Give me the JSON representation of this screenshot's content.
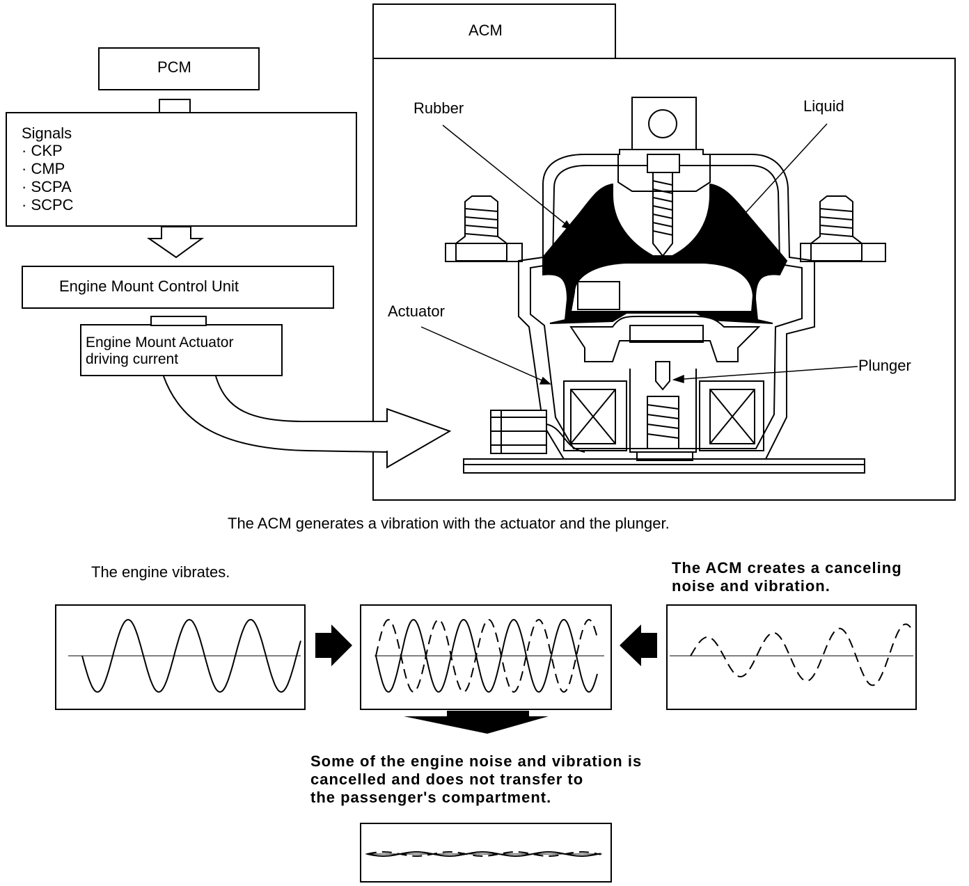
{
  "pcm": {
    "label": "PCM"
  },
  "signals": {
    "title": "Signals",
    "items": [
      "· CKP",
      "· CMP",
      "· SCPA",
      "· SCPC"
    ]
  },
  "control_unit": {
    "label": "Engine Mount Control Unit"
  },
  "actuator_current": {
    "line1": "Engine Mount Actuator",
    "line2": "driving current"
  },
  "acm": {
    "title": "ACM",
    "callouts": {
      "rubber": "Rubber",
      "liquid": "Liquid",
      "actuator": "Actuator",
      "plunger": "Plunger"
    }
  },
  "acm_caption": "The ACM generates a vibration with the actuator and the plunger.",
  "engine_vibrates": "The engine vibrates.",
  "acm_creates": {
    "line1": "The ACM creates a canceling",
    "line2": "noise and vibration."
  },
  "result": {
    "line1": "Some of the engine noise and vibration is",
    "line2": "cancelled and does not transfer to",
    "line3": "the passenger's compartment."
  }
}
